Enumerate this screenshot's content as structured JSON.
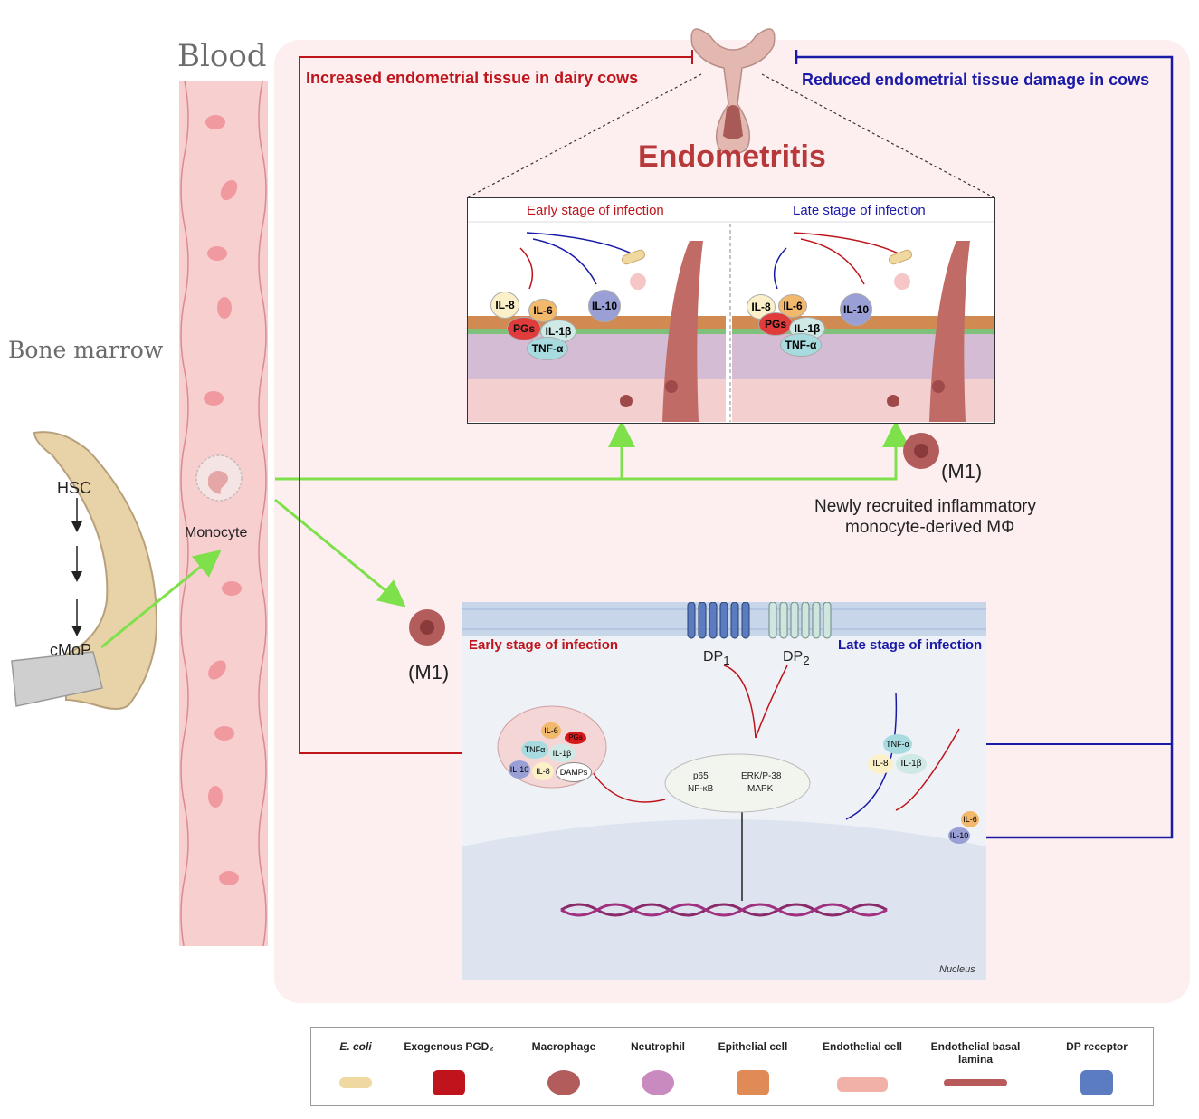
{
  "labels": {
    "blood": "Blood",
    "bone_marrow": "Bone marrow",
    "hsc": "HSC",
    "cmop": "cMoP",
    "monocyte": "Monocyte",
    "increased": "Increased endometrial tissue in dairy cows",
    "reduced": "Reduced endometrial tissue damage in cows",
    "endometritis": "Endometritis",
    "early_stage": "Early stage of infection",
    "late_stage": "Late stage of infection",
    "m1_top": "(M1)",
    "m1_left": "(M1)",
    "newly_line1": "Newly recruited inflammatory",
    "newly_line2": "monocyte-derived MΦ",
    "dp1": "DP",
    "dp1_sub": "1",
    "dp2": "DP",
    "dp2_sub": "2",
    "early_stage_bottom": "Early stage of infection",
    "late_stage_bottom": "Late stage of infection",
    "nucleus": "Nucleus",
    "p65": "p65",
    "nfkb": "NF-κB",
    "erk": "ERK/P-38",
    "mapk": "MAPK"
  },
  "cytokines": {
    "il8": "IL-8",
    "il6": "IL-6",
    "pgs": "PGs",
    "il1b": "IL-1β",
    "tnfa": "TNF-α",
    "il10": "IL-10",
    "damps": "DAMPs",
    "tnfa_short": "TNFα"
  },
  "legend": [
    {
      "label": "E. coli",
      "italic": true
    },
    {
      "label": "Exogenous PGD₂",
      "italic": false
    },
    {
      "label": "Macrophage",
      "italic": false
    },
    {
      "label": "Neutrophil",
      "italic": false
    },
    {
      "label": "Epithelial cell",
      "italic": false
    },
    {
      "label": "Endothelial cell",
      "italic": false
    },
    {
      "label": "Endothelial basal lamina",
      "italic": false
    },
    {
      "label": "DP receptor",
      "italic": false
    }
  ],
  "colors": {
    "red": "#c0141c",
    "blue": "#1a1aa8",
    "green": "#7ee04a",
    "panel_bg": "#fdeff0",
    "vessel": "#f7cfcf"
  }
}
